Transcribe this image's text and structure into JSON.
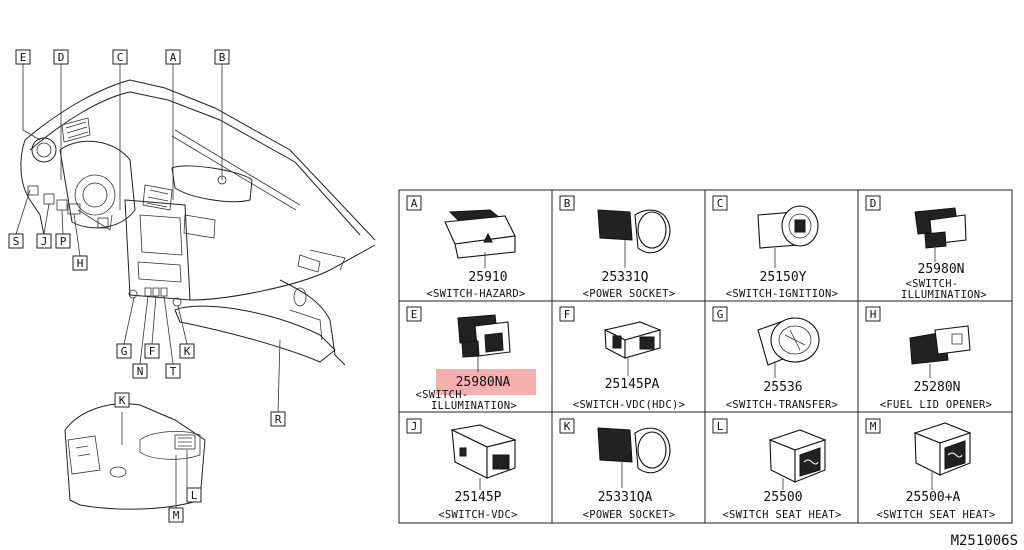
{
  "dashboard_callouts": [
    {
      "letter": "E"
    },
    {
      "letter": "D"
    },
    {
      "letter": "C"
    },
    {
      "letter": "A"
    },
    {
      "letter": "B"
    },
    {
      "letter": "S"
    },
    {
      "letter": "J"
    },
    {
      "letter": "P"
    },
    {
      "letter": "H"
    },
    {
      "letter": "G"
    },
    {
      "letter": "N"
    },
    {
      "letter": "F"
    },
    {
      "letter": "T"
    },
    {
      "letter": "K"
    },
    {
      "letter": "R"
    }
  ],
  "console_callouts": [
    {
      "letter": "K"
    },
    {
      "letter": "L"
    },
    {
      "letter": "M"
    }
  ],
  "parts": [
    {
      "letter": "A",
      "part_number": "25910",
      "desc1": "<SWITCH-HAZARD>",
      "desc2": ""
    },
    {
      "letter": "B",
      "part_number": "25331Q",
      "desc1": "<POWER SOCKET>",
      "desc2": ""
    },
    {
      "letter": "C",
      "part_number": "25150Y",
      "desc1": "<SWITCH-IGNITION>",
      "desc2": ""
    },
    {
      "letter": "D",
      "part_number": "25980N",
      "desc1": "<SWITCH-",
      "desc2": "ILLUMINATION>"
    },
    {
      "letter": "E",
      "part_number": "25980NA",
      "desc1": "<SWITCH-",
      "desc2": "ILLUMINATION>"
    },
    {
      "letter": "F",
      "part_number": "25145PA",
      "desc1": "<SWITCH-VDC(HDC)>",
      "desc2": ""
    },
    {
      "letter": "G",
      "part_number": "25536",
      "desc1": "<SWITCH-TRANSFER>",
      "desc2": ""
    },
    {
      "letter": "H",
      "part_number": "25280N",
      "desc1": "<FUEL LID OPENER>",
      "desc2": ""
    },
    {
      "letter": "J",
      "part_number": "25145P",
      "desc1": "<SWITCH-VDC>",
      "desc2": ""
    },
    {
      "letter": "K",
      "part_number": "25331QA",
      "desc1": "<POWER SOCKET>",
      "desc2": ""
    },
    {
      "letter": "L",
      "part_number": "25500",
      "desc1": "<SWITCH SEAT HEAT>",
      "desc2": ""
    },
    {
      "letter": "M",
      "part_number": "25500+A",
      "desc1": "<SWITCH SEAT HEAT>",
      "desc2": ""
    }
  ],
  "highlight": {
    "part_letter": "E",
    "color": "#f4a6a6"
  },
  "diagram_code": "M251006S"
}
